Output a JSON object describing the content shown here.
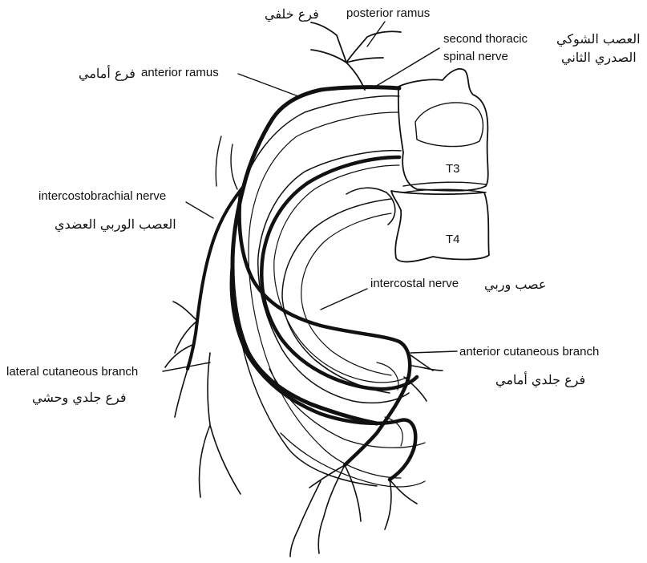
{
  "labels": {
    "posterior_ramus": {
      "en": "posterior ramus",
      "ar": "فرع خلفي"
    },
    "second_thoracic": {
      "en_line1": "second thoracic",
      "en_line2": "spinal nerve",
      "ar_line1": "العصب الشوكي",
      "ar_line2": "الصدري الثاني"
    },
    "anterior_ramus": {
      "en": "anterior ramus",
      "ar": "فرع أمامي"
    },
    "intercostobrachial": {
      "en": "intercostobrachial nerve",
      "ar": "العصب الوربي العضدي"
    },
    "intercostal": {
      "en": "intercostal nerve",
      "ar": "عصب وربي"
    },
    "anterior_cutaneous": {
      "en": "anterior cutaneous branch",
      "ar": "فرع جلدي أمامي"
    },
    "lateral_cutaneous": {
      "en": "lateral cutaneous branch",
      "ar": "فرع جلدي وحشي"
    },
    "vertebrae": {
      "t3": "T3",
      "t4": "T4"
    }
  }
}
